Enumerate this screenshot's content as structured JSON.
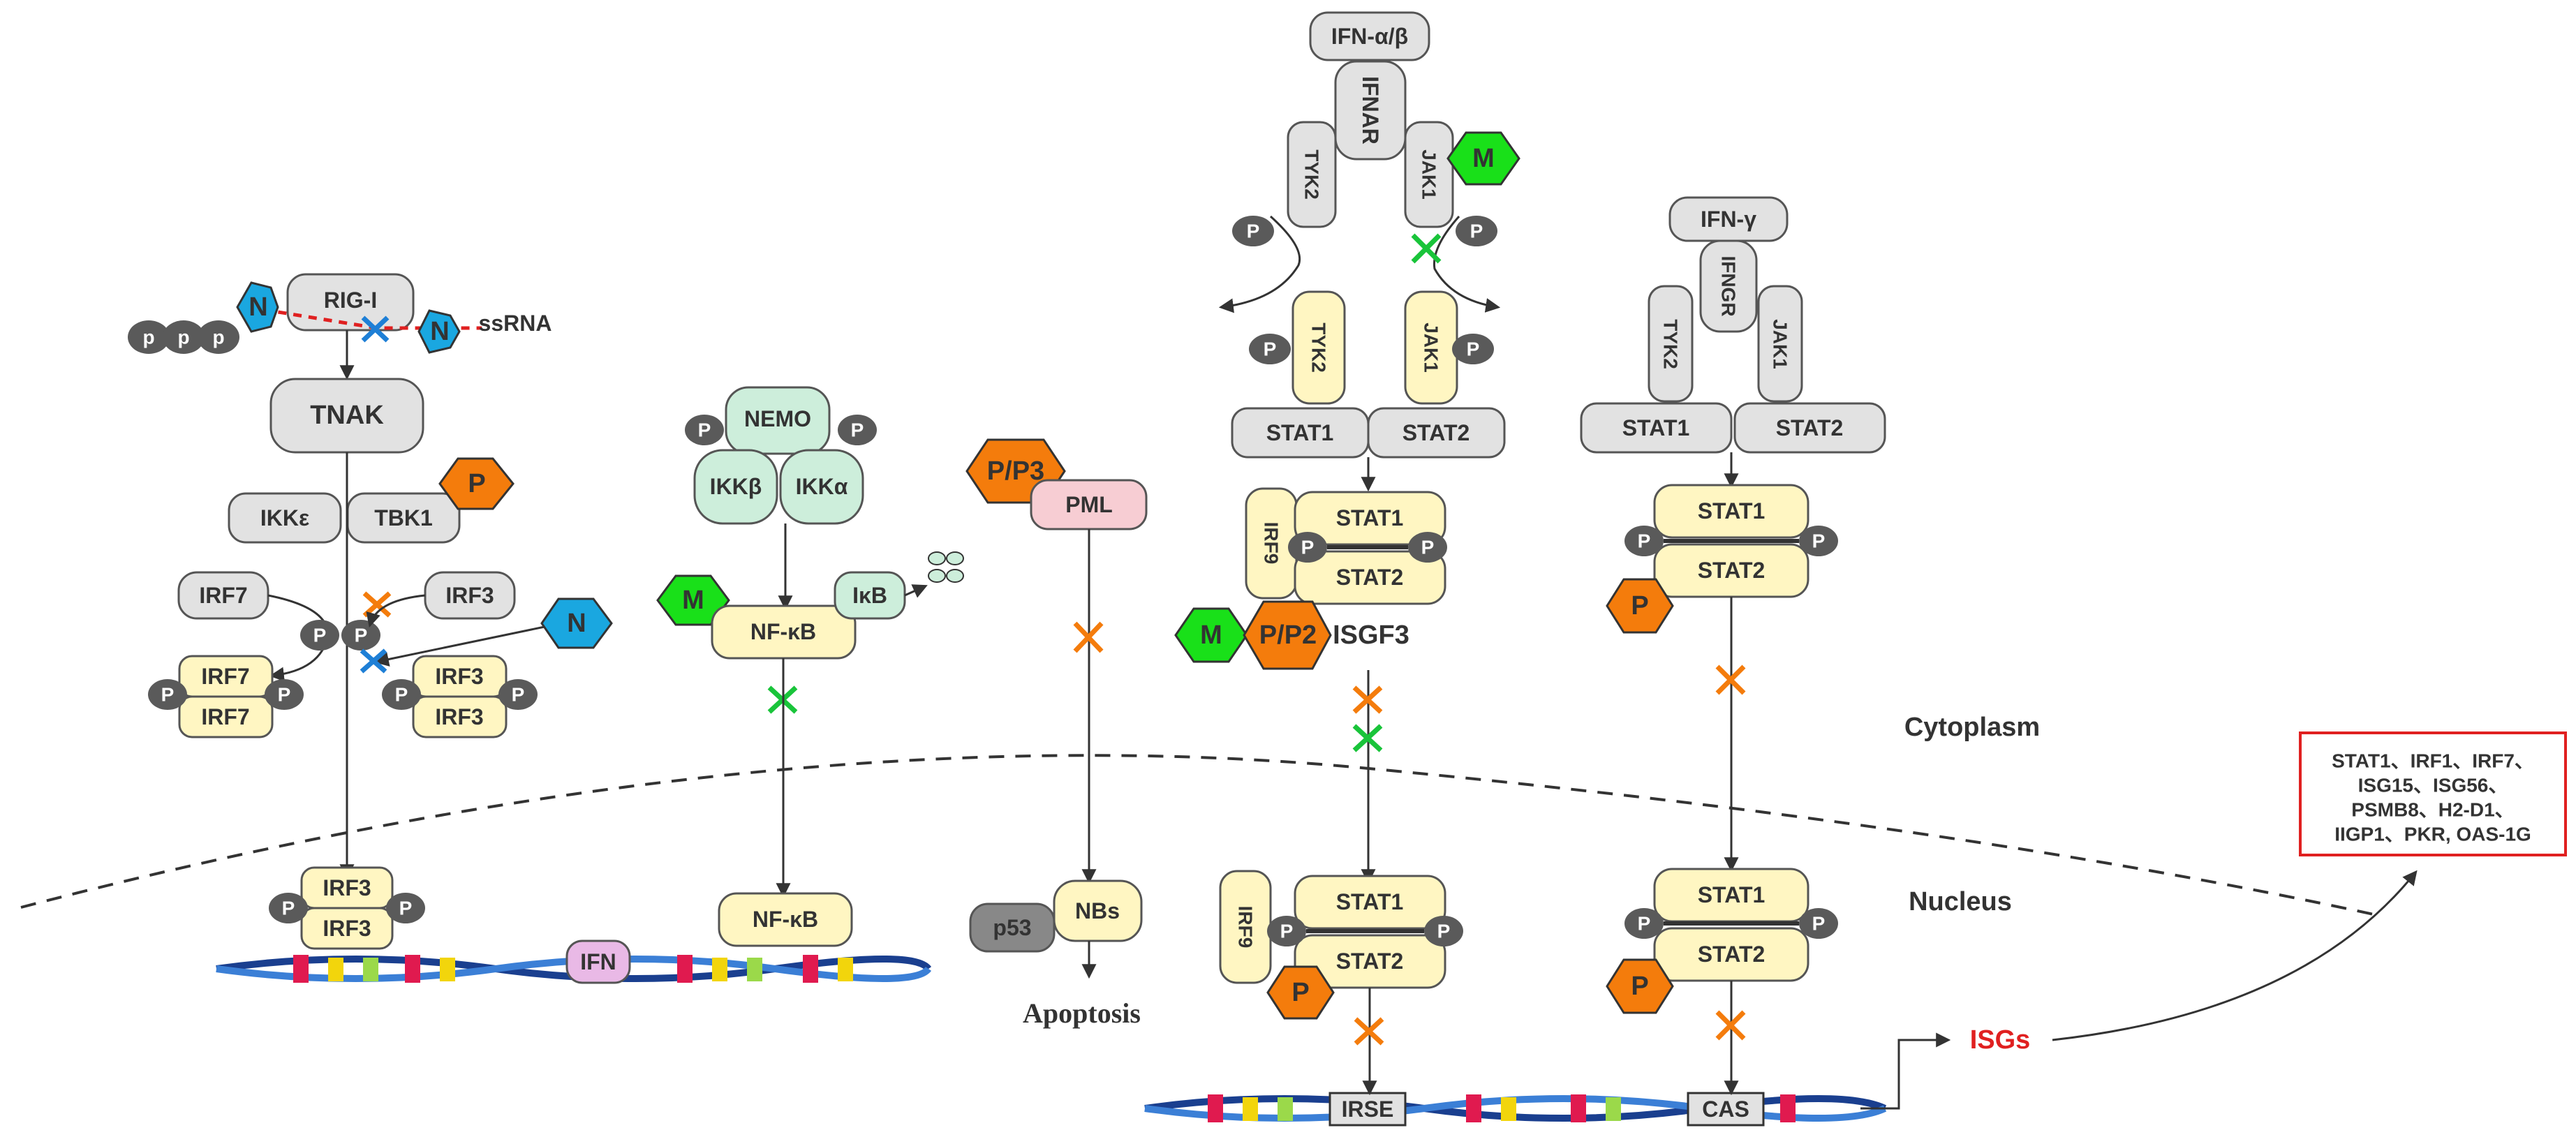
{
  "labels": {
    "rig_i": "RIG-I",
    "ssrna": "ssRNA",
    "tnak": "TNAK",
    "ikke": "IKKε",
    "tbk1": "TBK1",
    "irf7": "IRF7",
    "irf3": "IRF3",
    "nemo": "NEMO",
    "ikkb": "IKKβ",
    "ikka": "IKKα",
    "ikb": "IκB",
    "nfkb": "NF-κB",
    "pml": "PML",
    "p_p3": "P/P3",
    "p_p2": "P/P2",
    "nbs": "NBs",
    "p53": "p53",
    "apoptosis": "Apoptosis",
    "ifn_ab": "IFN-α/β",
    "ifnar": "IFNAR",
    "tyk2": "TYK2",
    "jak1": "JAK1",
    "stat1": "STAT1",
    "stat2": "STAT2",
    "irf9": "IRF9",
    "isgf3": "ISGF3",
    "ifn_g": "IFN-γ",
    "ifngr": "IFNGR",
    "ifn": "IFN",
    "irse": "IRSE",
    "cas": "CAS",
    "isgs": "ISGs",
    "cytoplasm": "Cytoplasm",
    "nucleus": "Nucleus",
    "N": "N",
    "M": "M",
    "P": "P",
    "p_small": "P",
    "p_lower": "p"
  },
  "isg_box": {
    "lines": [
      "STAT1、IRF1、IRF7、",
      "ISG15、ISG56、",
      "PSMB8、H2-D1、",
      "IIGP1、PKR, OAS-1G"
    ]
  },
  "colors": {
    "n_protein": "#1aa7e0",
    "m_protein": "#19e019",
    "p_protein": "#f47c0c",
    "block_orange": "#f47c0c",
    "block_blue": "#1e7fd6",
    "block_green": "#19c43a",
    "isg_border": "#e02020",
    "isgs_text": "#e02020"
  }
}
